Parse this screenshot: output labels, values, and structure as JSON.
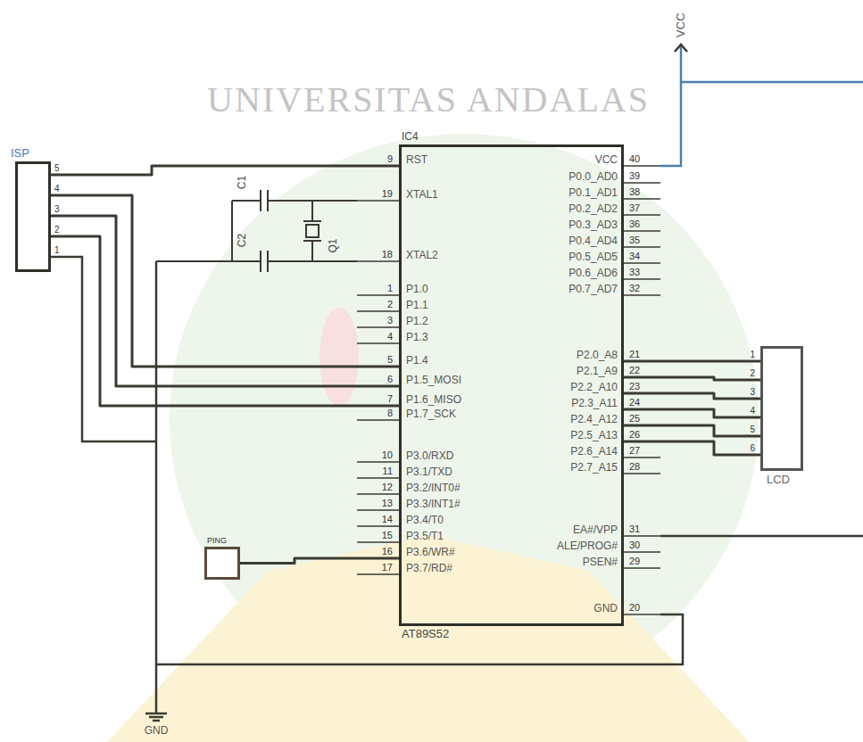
{
  "diagram": {
    "nodes": [
      {
        "text": [
          "ISP"
        ]
      },
      {
        "text": [
          "IC4",
          "AT89S52"
        ]
      },
      {
        "text": [
          "LCD"
        ]
      },
      {
        "text": [
          "PING"
        ]
      }
    ],
    "edges": [
      {
        "from": 0,
        "to": 1,
        "arrow": "none"
      },
      {
        "from": 0,
        "to": 1,
        "arrow": "none"
      },
      {
        "from": 0,
        "to": 1,
        "arrow": "none"
      },
      {
        "from": 0,
        "to": 1,
        "arrow": "none"
      },
      {
        "from": 1,
        "to": 2,
        "arrow": "none"
      },
      {
        "from": 1,
        "to": 2,
        "arrow": "none"
      },
      {
        "from": 1,
        "to": 2,
        "arrow": "none"
      },
      {
        "from": 1,
        "to": 2,
        "arrow": "none"
      },
      {
        "from": 1,
        "to": 2,
        "arrow": "none"
      },
      {
        "from": 1,
        "to": 2,
        "arrow": "none"
      },
      {
        "from": 3,
        "to": 1,
        "arrow": "none"
      }
    ],
    "labels": [
      "UNIVERSITAS ANDALAS",
      "VCC",
      "GND",
      "C1",
      "C2",
      "Q1",
      "5",
      "4",
      "3",
      "2",
      "1",
      "9",
      "RST",
      "19",
      "XTAL1",
      "18",
      "XTAL2",
      "1",
      "P1.0",
      "2",
      "P1.1",
      "3",
      "P1.2",
      "4",
      "P1.3",
      "5",
      "P1.4",
      "6",
      "P1.5_MOSI",
      "7",
      "P1.6_MISO",
      "8",
      "P1.7_SCK",
      "10",
      "P3.0/RXD",
      "11",
      "P3.1/TXD",
      "12",
      "P3.2/INT0#",
      "13",
      "P3.3/INT1#",
      "14",
      "P3.4/T0",
      "15",
      "P3.5/T1",
      "16",
      "P3.6/WR#",
      "17",
      "P3.7/RD#",
      "40",
      "VCC",
      "39",
      "P0.0_AD0",
      "38",
      "P0.1_AD1",
      "37",
      "P0.2_AD2",
      "36",
      "P0.3_AD3",
      "35",
      "P0.4_AD4",
      "34",
      "P0.5_AD5",
      "33",
      "P0.6_AD6",
      "32",
      "P0.7_AD7",
      "21",
      "P2.0_A8",
      "22",
      "P2.1_A9",
      "23",
      "P2.2_A10",
      "24",
      "P2.3_A11",
      "25",
      "P2.4_A12",
      "26",
      "P2.5_A13",
      "27",
      "P2.6_A14",
      "28",
      "P2.7_A15",
      "31",
      "EA#/VPP",
      "30",
      "ALE/PROG#",
      "29",
      "PSEN#",
      "20",
      "GND",
      "1",
      "2",
      "3",
      "4",
      "5",
      "6"
    ]
  }
}
